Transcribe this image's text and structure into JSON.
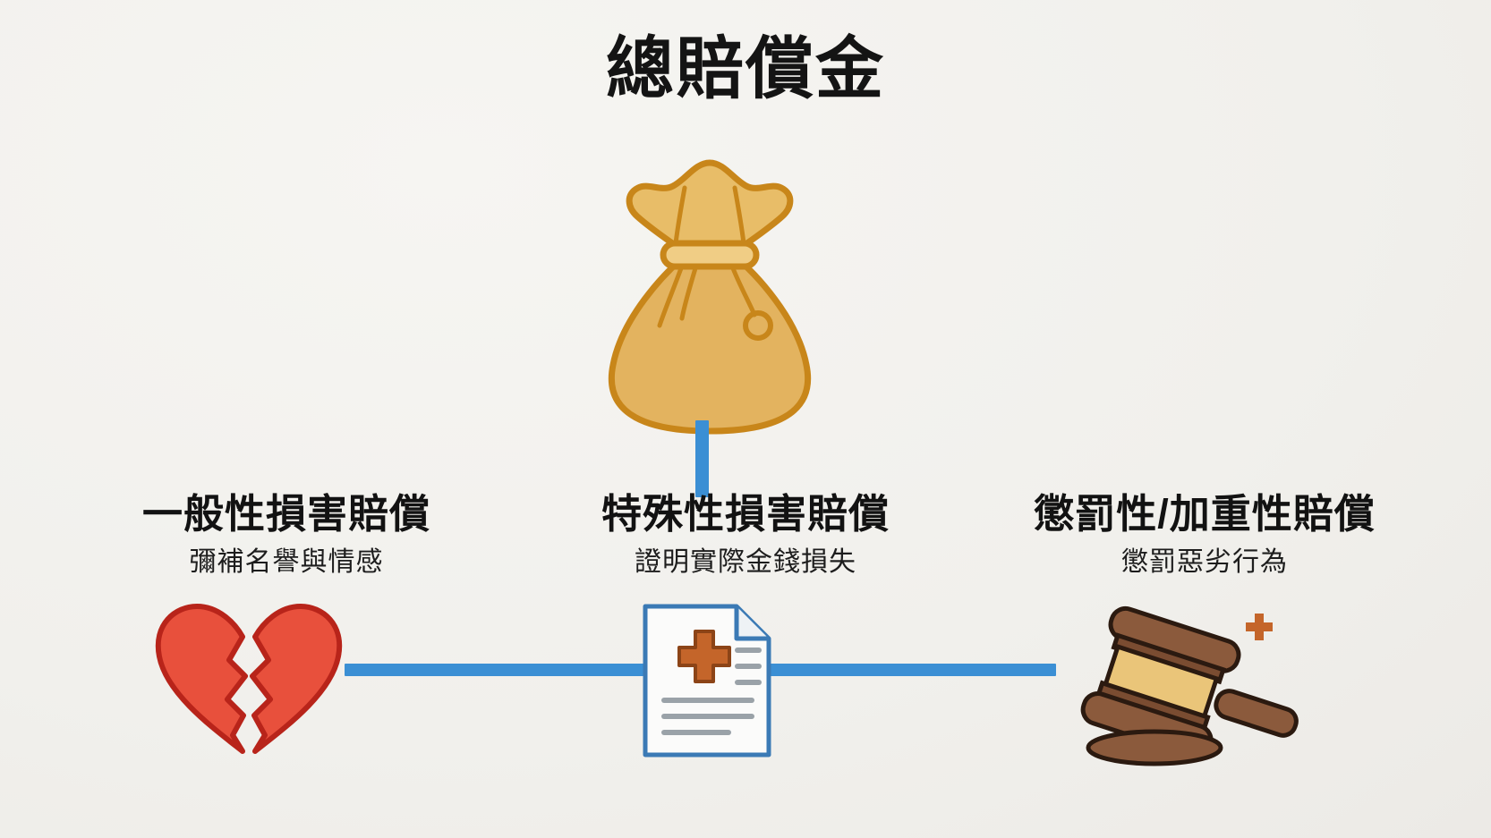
{
  "page": {
    "title": "總賠償金",
    "background_color": "#f3f2ef",
    "accent_color": "#3b8fd4"
  },
  "center_icon": {
    "name": "money-bag-icon",
    "fill": "#e6b85c",
    "stroke": "#c8861a"
  },
  "columns": [
    {
      "id": "general",
      "heading": "一般性損害賠償",
      "subtitle": "彌補名譽與情感",
      "icon": "broken-heart-icon",
      "icon_fill": "#e8503c",
      "icon_stroke": "#b8241a"
    },
    {
      "id": "special",
      "heading": "特殊性損害賠償",
      "subtitle": "證明實際金錢損失",
      "icon": "medical-document-icon",
      "icon_fill": "#fbfbfa",
      "icon_stroke": "#3b7ab5"
    },
    {
      "id": "punitive",
      "heading": "懲罰性/加重性賠償",
      "subtitle": "懲罰惡劣行為",
      "icon": "gavel-icon",
      "icon_fill": "#8b5a3c",
      "icon_stroke": "#2b1a10"
    }
  ],
  "connectors": {
    "vertical_stem_color": "#3b8fd4",
    "horizontal_rail_color": "#3b8fd4"
  }
}
